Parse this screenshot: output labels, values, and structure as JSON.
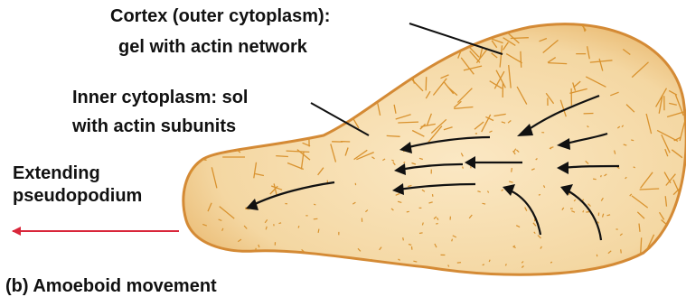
{
  "labels": {
    "cortex_line1": "Cortex (outer cytoplasm):",
    "cortex_line2": "gel with actin network",
    "inner_line1": "Inner cytoplasm: sol",
    "inner_line2": "with actin subunits",
    "extending_line1": "Extending",
    "extending_line2": "pseudopodium",
    "caption": "(b) Amoeboid movement"
  },
  "colors": {
    "cell_fill": "#f4d9a8",
    "cell_edge": "#d48a35",
    "actin_filament": "#d9922e",
    "flow_arrow": "#111111",
    "movement_arrow": "#d9263a"
  }
}
